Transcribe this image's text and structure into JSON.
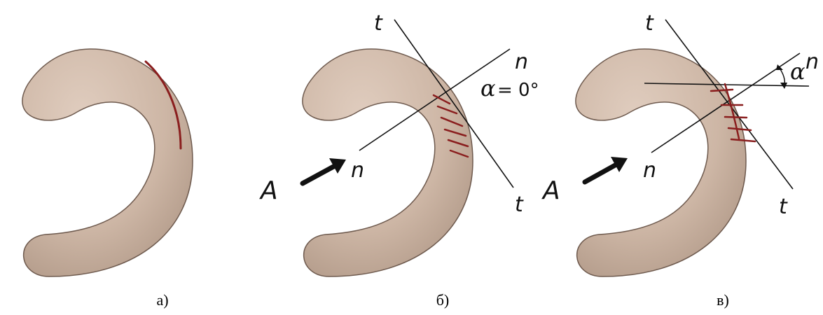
{
  "panels": [
    {
      "caption": "а)",
      "labels": {}
    },
    {
      "caption": "б)",
      "labels": {
        "tangent_top": "t",
        "tangent_bottom": "t",
        "normal_top": "n",
        "normal_bottom": "n",
        "arrow": "A",
        "alpha": "α",
        "alpha_value": "= 0°"
      }
    },
    {
      "caption": "в)",
      "labels": {
        "tangent_top": "t",
        "tangent_bottom": "t",
        "normal_top": "n",
        "normal_bottom": "n",
        "arrow": "A",
        "alpha": "α"
      }
    }
  ],
  "colors": {
    "body_fill": "#c9b3a3",
    "body_shade": "#a58c7c",
    "outline": "#6e5a4e",
    "crack": "#8a1e1e",
    "line": "#111111"
  }
}
